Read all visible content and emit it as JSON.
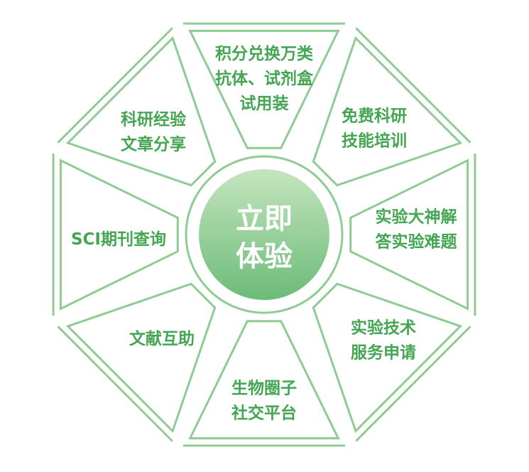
{
  "center": {
    "line1": "立即",
    "line2": "体验"
  },
  "segments": [
    {
      "name": "exchange",
      "lines": [
        "积分兑换万类",
        "抗体、试剂盒",
        "试用装"
      ]
    },
    {
      "name": "training",
      "lines": [
        "免费科研",
        "技能培训"
      ]
    },
    {
      "name": "expert-qa",
      "lines": [
        "实验大神解",
        "答实验难题"
      ]
    },
    {
      "name": "tech-service",
      "lines": [
        "实验技术",
        "服务申请"
      ]
    },
    {
      "name": "community",
      "lines": [
        "生物圈子",
        "社交平台"
      ]
    },
    {
      "name": "literature",
      "lines": [
        "文献互助"
      ]
    },
    {
      "name": "journal",
      "lines": [
        "SCI期刊查询"
      ]
    },
    {
      "name": "experience-share",
      "lines": [
        "科研经验",
        "文章分享"
      ]
    }
  ],
  "colors": {
    "stroke": "#8fcb92",
    "text": "#44a652",
    "center_light": "#bfe2bb",
    "center_dark": "#6fbd7b"
  }
}
